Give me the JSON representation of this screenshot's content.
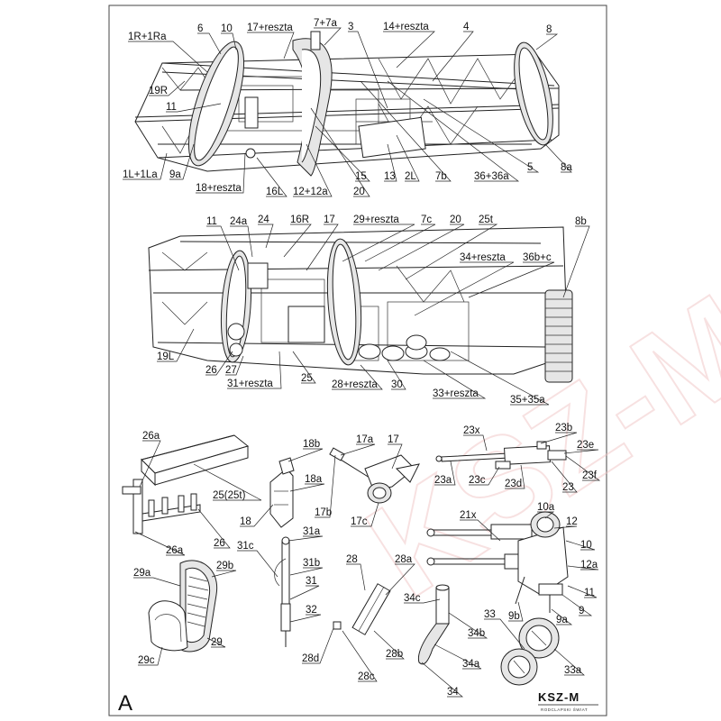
{
  "sheet_letter": "A",
  "logo": {
    "name": "KSZ-M",
    "subtitle": "RODCLAPSKI ŚWIAT"
  },
  "watermark": "KSZ-M",
  "labels": {
    "top": [
      "1R+1Ra",
      "6",
      "10",
      "17+reszta",
      "7+7a",
      "3",
      "14+reszta",
      "4",
      "8",
      "19R",
      "11",
      "1L+1La",
      "9a",
      "18+reszta",
      "16L",
      "12+12a",
      "20",
      "15",
      "13",
      "2L",
      "7b",
      "36+36a",
      "5",
      "8a"
    ],
    "middle": [
      "11",
      "24a",
      "24",
      "16R",
      "17",
      "29+reszta",
      "7c",
      "20",
      "25t",
      "8b",
      "34+reszta",
      "36b+c",
      "19L",
      "26",
      "27",
      "31+reszta",
      "25",
      "28+reszta",
      "30",
      "33+reszta",
      "35+35a"
    ],
    "parts": [
      "26a",
      "25(25t)",
      "18b",
      "18a",
      "18",
      "17a",
      "17",
      "17b",
      "17c",
      "23x",
      "23b",
      "23e",
      "23a",
      "23c",
      "23d",
      "23",
      "23f",
      "26",
      "26a",
      "31a",
      "31c",
      "31b",
      "31",
      "32",
      "21x",
      "10a",
      "12",
      "10",
      "12a",
      "11",
      "9b",
      "9a",
      "9",
      "29a",
      "29b",
      "29",
      "29c",
      "28",
      "28a",
      "34c",
      "34b",
      "34a",
      "34",
      "33",
      "33a",
      "28d",
      "28c",
      "28b"
    ]
  }
}
